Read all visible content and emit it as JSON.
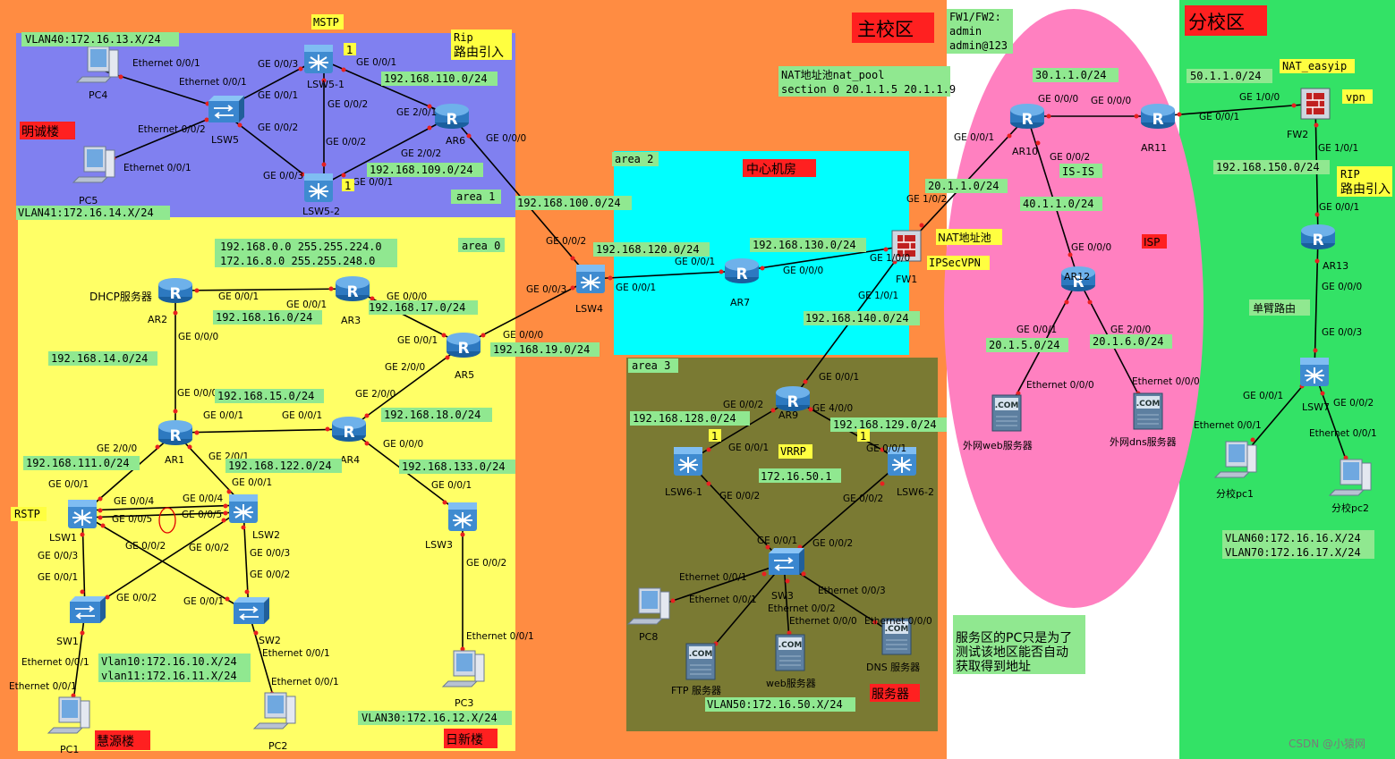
{
  "titles": {
    "main_zone": "主校区",
    "branch_zone": "分校区",
    "center_room": "中心机房",
    "server_zone": "服务器",
    "mingcheng": "明诚楼",
    "huiyuan": "慧源楼",
    "rixin": "日新楼"
  },
  "notes": {
    "fw_creds": [
      "FW1/FW2:",
      "admin",
      "admin@123"
    ],
    "nat_pool": [
      "NAT地址池nat_pool",
      "section 0 20.1.1.5 20.1.1.9"
    ],
    "server_note": [
      "服务区的PC只是为了",
      "测试该地区能否自动",
      "获取得到地址"
    ],
    "mstp": "MSTP",
    "rip_import": [
      "Rip",
      "路由引入"
    ],
    "rip_import2": [
      "RIP",
      "路由引入"
    ],
    "rstp": "RSTP",
    "vrrp": "VRRP",
    "vrrp_ip": "172.16.50.1",
    "nat_pool_tag": "NAT地址池",
    "ipsec": "IPSecVPN",
    "isp": "ISP",
    "isis": "IS-IS",
    "nat_easyip": "NAT_easyip",
    "vpn": "vpn",
    "single_arm": "单臂路由",
    "dhcp": "DHCP服务器",
    "routes": [
      "192.168.0.0 255.255.224.0",
      "172.16.8.0 255.255.248.0"
    ],
    "watermark": "CSDN @小猿网"
  },
  "areas": {
    "area0": "area 0",
    "area1": "area 1",
    "area2": "area 2",
    "area3": "area 3"
  },
  "networks": {
    "n110": "192.168.110.0/24",
    "n109": "192.168.109.0/24",
    "n100": "192.168.100.0/24",
    "n120": "192.168.120.0/24",
    "n130": "192.168.130.0/24",
    "n140": "192.168.140.0/24",
    "n16": "192.168.16.0/24",
    "n17": "192.168.17.0/24",
    "n14": "192.168.14.0/24",
    "n15": "192.168.15.0/24",
    "n19": "192.168.19.0/24",
    "n18": "192.168.18.0/24",
    "n111": "192.168.111.0/24",
    "n122": "192.168.122.0/24",
    "n133": "192.168.133.0/24",
    "n128": "192.168.128.0/24",
    "n129": "192.168.129.0/24",
    "n150": "192.168.150.0/24",
    "p30": "30.1.1.0/24",
    "p20": "20.1.1.0/24",
    "p40": "40.1.1.0/24",
    "p205": "20.1.5.0/24",
    "p206": "20.1.6.0/24",
    "p50": "50.1.1.0/24"
  },
  "vlans": {
    "v40": "VLAN40:172.16.13.X/24",
    "v41": "VLAN41:172.16.14.X/24",
    "v10": "Vlan10:172.16.10.X/24",
    "v11": "vlan11:172.16.11.X/24",
    "v30": "VLAN30:172.16.12.X/24",
    "v50": "VLAN50:172.16.50.X/24",
    "v60": "VLAN60:172.16.16.X/24",
    "v70": "VLAN70:172.16.17.X/24"
  },
  "devices": {
    "PC4": "PC4",
    "PC5": "PC5",
    "LSW5": "LSW5",
    "LSW51": "LSW5-1",
    "LSW52": "LSW5-2",
    "AR6": "AR6",
    "AR2": "AR2",
    "AR3": "AR3",
    "AR5": "AR5",
    "AR1": "AR1",
    "AR4": "AR4",
    "LSW4": "LSW4",
    "AR7": "AR7",
    "FW1": "FW1",
    "LSW1": "LSW1",
    "LSW2": "LSW2",
    "LSW3": "LSW3",
    "SW1": "SW1",
    "SW2": "SW2",
    "PC1": "PC1",
    "PC2": "PC2",
    "PC3": "PC3",
    "AR9": "AR9",
    "LSW61": "LSW6-1",
    "LSW62": "LSW6-2",
    "SW3": "SW3",
    "PC8": "PC8",
    "FTP": "FTP 服务器",
    "WEB": "web服务器",
    "DNS": "DNS 服务器",
    "AR10": "AR10",
    "AR11": "AR11",
    "AR12": "AR12",
    "EXTWEB": "外网web服务器",
    "EXTDNS": "外网dns服务器",
    "FW2": "FW2",
    "AR13": "AR13",
    "LSW7": "LSW7",
    "BPC1": "分校pc1",
    "BPC2": "分校pc2"
  },
  "ports": [
    [
      "Ethernet 0/0/1",
      148,
      74
    ],
    [
      "Ethernet 0/0/1",
      200,
      95
    ],
    [
      "GE 0/0/3",
      288,
      75
    ],
    [
      "GE 0/0/1",
      288,
      110
    ],
    [
      "Ethernet 0/0/2",
      154,
      148
    ],
    [
      "GE 0/0/2",
      288,
      146
    ],
    [
      "Ethernet 0/0/1",
      138,
      191
    ],
    [
      "GE 0/0/3",
      294,
      200
    ],
    [
      "GE 0/0/1",
      398,
      73
    ],
    [
      "GE 0/0/2",
      366,
      120
    ],
    [
      "GE 0/0/2",
      364,
      162
    ],
    [
      "GE 0/0/1",
      394,
      207
    ],
    [
      "GE 2/0/1",
      443,
      129
    ],
    [
      "GE 2/0/2",
      448,
      175
    ],
    [
      "GE 0/0/0",
      543,
      158
    ],
    [
      "GE 0/0/2",
      610,
      273
    ],
    [
      "GE 0/0/3",
      588,
      327
    ],
    [
      "GE 0/0/1",
      688,
      325
    ],
    [
      "GE 0/0/1",
      754,
      296
    ],
    [
      "GE 0/0/0",
      875,
      306
    ],
    [
      "GE 1/0/0",
      972,
      292
    ],
    [
      "GE 1/0/1",
      959,
      334
    ],
    [
      "GE 1/0/2",
      1013,
      226
    ],
    [
      "GE 0/0/1",
      244,
      335
    ],
    [
      "GE 0/0/1",
      320,
      344
    ],
    [
      "GE 0/0/0",
      432,
      335
    ],
    [
      "GE 0/0/1",
      444,
      384
    ],
    [
      "GE 0/0/0",
      562,
      378
    ],
    [
      "GE 2/0/0",
      430,
      414
    ],
    [
      "GE 2/0/0",
      397,
      444
    ],
    [
      "GE 0/0/0",
      199,
      380
    ],
    [
      "GE 0/0/0",
      198,
      443
    ],
    [
      "GE 0/0/1",
      227,
      468
    ],
    [
      "GE 0/0/1",
      315,
      468
    ],
    [
      "GE 2/0/0",
      108,
      505
    ],
    [
      "GE 2/0/1",
      233,
      514
    ],
    [
      "GE 0/0/0",
      428,
      500
    ],
    [
      "GE 0/0/1",
      54,
      545
    ],
    [
      "GE 0/0/1",
      259,
      543
    ],
    [
      "GE 0/0/4",
      127,
      564
    ],
    [
      "GE 0/0/4",
      204,
      561
    ],
    [
      "GE 0/0/5",
      125,
      584
    ],
    [
      "GE 0/0/5",
      203,
      579
    ],
    [
      "GE 0/0/2",
      140,
      614
    ],
    [
      "GE 0/0/2",
      211,
      616
    ],
    [
      "GE 0/0/3",
      42,
      625
    ],
    [
      "GE 0/0/3",
      279,
      622
    ],
    [
      "GE 0/0/1",
      42,
      649
    ],
    [
      "GE 0/0/2",
      279,
      646
    ],
    [
      "GE 0/0/2",
      130,
      672
    ],
    [
      "GE 0/0/1",
      205,
      676
    ],
    [
      "GE 0/0/1",
      482,
      546
    ],
    [
      "GE 0/0/2",
      521,
      633
    ],
    [
      "Ethernet 0/0/1",
      24,
      744
    ],
    [
      "Ethernet 0/0/1",
      10,
      771
    ],
    [
      "Ethernet 0/0/1",
      293,
      734
    ],
    [
      "Ethernet 0/0/1",
      303,
      766
    ],
    [
      "Ethernet 0/0/1",
      521,
      715
    ],
    [
      "GE 0/0/1",
      915,
      425
    ],
    [
      "GE 0/0/2",
      808,
      456
    ],
    [
      "GE 4/0/0",
      908,
      460
    ],
    [
      "GE 0/0/1",
      814,
      504
    ],
    [
      "GE 0/0/1",
      968,
      505
    ],
    [
      "GE 0/0/2",
      804,
      558
    ],
    [
      "GE 0/0/2",
      942,
      561
    ],
    [
      "GE 0/0/1",
      846,
      608
    ],
    [
      "GE 0/0/2",
      908,
      611
    ],
    [
      "Ethernet 0/0/1",
      759,
      649
    ],
    [
      "Ethernet 0/0/1",
      770,
      674
    ],
    [
      "Ethernet 0/0/3",
      914,
      664
    ],
    [
      "Ethernet 0/0/2",
      858,
      684
    ],
    [
      "Ethernet 0/0/0",
      882,
      698
    ],
    [
      "Ethernet 0/0/0",
      966,
      698
    ],
    [
      "GE 0/0/0",
      1160,
      114
    ],
    [
      "GE 0/0/0",
      1219,
      116
    ],
    [
      "GE 0/0/1",
      1066,
      157
    ],
    [
      "GE 0/0/2",
      1173,
      179
    ],
    [
      "GE 0/0/0",
      1197,
      280
    ],
    [
      "GE 0/0/1",
      1136,
      372
    ],
    [
      "GE 2/0/0",
      1241,
      372
    ],
    [
      "Ethernet 0/0/0",
      1147,
      434
    ],
    [
      "Ethernet 0/0/0",
      1265,
      430
    ],
    [
      "GE 1/0/0",
      1385,
      112
    ],
    [
      "GE 0/0/1",
      1340,
      134
    ],
    [
      "GE 1/0/1",
      1473,
      169
    ],
    [
      "GE 0/0/1",
      1474,
      235
    ],
    [
      "GE 0/0/0",
      1477,
      324
    ],
    [
      "GE 0/0/3",
      1477,
      375
    ],
    [
      "GE 0/0/1",
      1389,
      446
    ],
    [
      "GE 0/0/2",
      1490,
      454
    ],
    [
      "Ethernet 0/0/1",
      1334,
      479
    ],
    [
      "Ethernet 0/0/1",
      1463,
      488
    ]
  ]
}
